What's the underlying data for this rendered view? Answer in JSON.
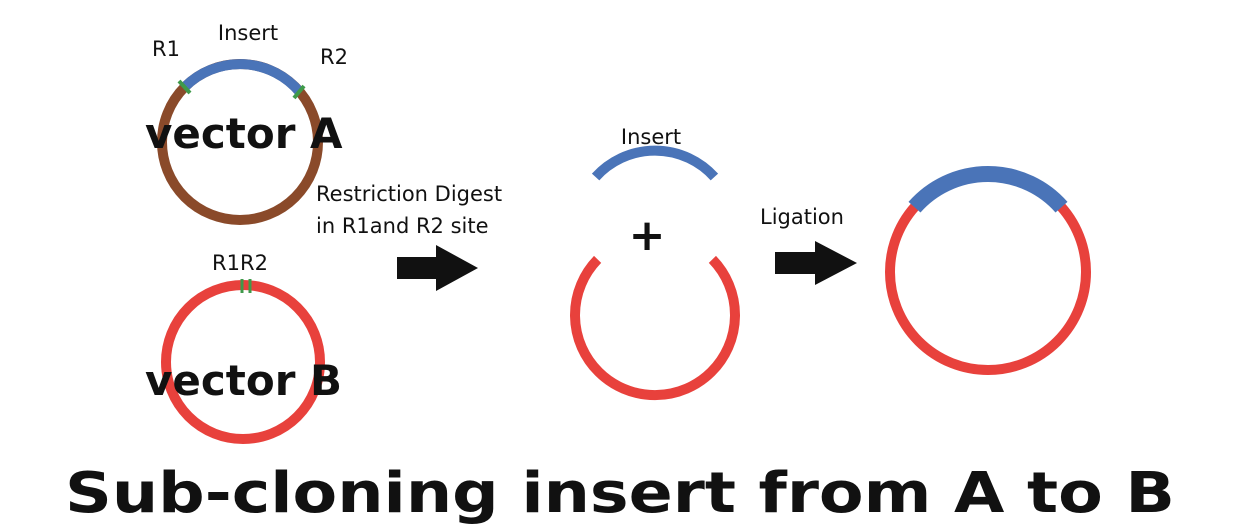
{
  "vector_a": {
    "name": "vector A",
    "insert_label": "Insert",
    "site1_label": "R1",
    "site2_label": "R2"
  },
  "vector_b": {
    "name": "vector B",
    "sites_label": "R1R2"
  },
  "step1": {
    "line1": "Restriction Digest",
    "line2": "in R1and R2 site"
  },
  "fragments": {
    "insert_label": "Insert",
    "plus": "+"
  },
  "step2": {
    "label": "Ligation"
  },
  "title": "Sub-cloning insert from A to B",
  "colors": {
    "vector_a_backbone": "#8a4a2a",
    "vector_b_backbone": "#e8413c",
    "insert": "#4a74b8",
    "restriction_site": "#3f9a4a",
    "text": "#111111"
  }
}
